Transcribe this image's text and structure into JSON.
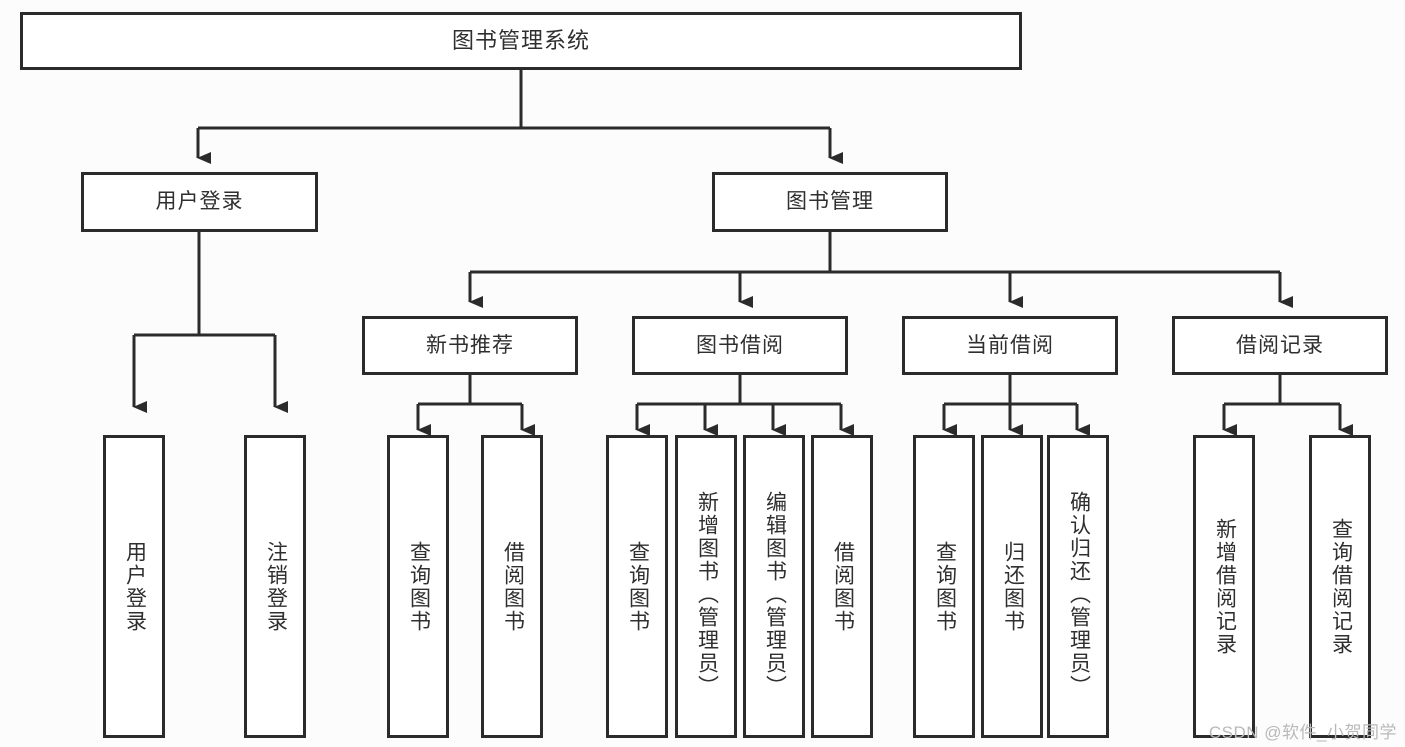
{
  "diagram": {
    "type": "tree",
    "title": "图书管理系统",
    "root": {
      "label": "图书管理系统"
    },
    "level2": [
      {
        "label": "用户登录"
      },
      {
        "label": "图书管理"
      }
    ],
    "level3": [
      {
        "label": "新书推荐"
      },
      {
        "label": "图书借阅"
      },
      {
        "label": "当前借阅"
      },
      {
        "label": "借阅记录"
      }
    ],
    "leaves": {
      "user_login": [
        {
          "label": "用户登录"
        },
        {
          "label": "注销登录"
        }
      ],
      "new_book": [
        {
          "label": "查询图书"
        },
        {
          "label": "借阅图书"
        }
      ],
      "borrow": [
        {
          "label": "查询图书"
        },
        {
          "label": "新增图书（管理员）"
        },
        {
          "label": "编辑图书（管理员）"
        },
        {
          "label": "借阅图书"
        }
      ],
      "current": [
        {
          "label": "查询图书"
        },
        {
          "label": "归还图书"
        },
        {
          "label": "确认归还（管理员）"
        }
      ],
      "records": [
        {
          "label": "新增借阅记录"
        },
        {
          "label": "查询借阅记录"
        }
      ]
    }
  },
  "watermark": {
    "text": "CSDN @软件_小贺同学"
  },
  "colors": {
    "box_border": "#2b2b2b",
    "box_fill": "#ffffff",
    "text": "#2f2f2f",
    "connector": "#2b2b2b",
    "watermark": "#b9b9b9",
    "page_background": "#fcfcfc"
  }
}
